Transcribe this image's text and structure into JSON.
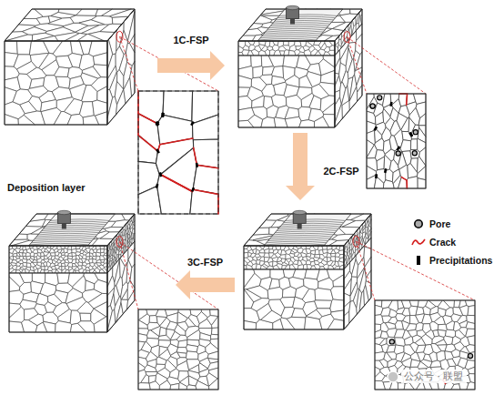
{
  "diagram": {
    "nodes": [
      {
        "text": [
          "Deposition layer"
        ]
      },
      {
        "text": []
      },
      {
        "text": []
      },
      {
        "text": []
      }
    ],
    "edges": [
      {
        "from": 0,
        "to": 1,
        "label": "1C-FSP",
        "arrow": "to"
      },
      {
        "from": 1,
        "to": 2,
        "label": "2C-FSP",
        "arrow": "to"
      },
      {
        "from": 2,
        "to": 3,
        "label": "3C-FSP",
        "arrow": "to"
      }
    ],
    "labels": [
      "公众号 · 联盟"
    ],
    "legend": [
      {
        "text": "Pore"
      },
      {
        "text": "Crack"
      },
      {
        "text": "Precipitations"
      }
    ]
  }
}
